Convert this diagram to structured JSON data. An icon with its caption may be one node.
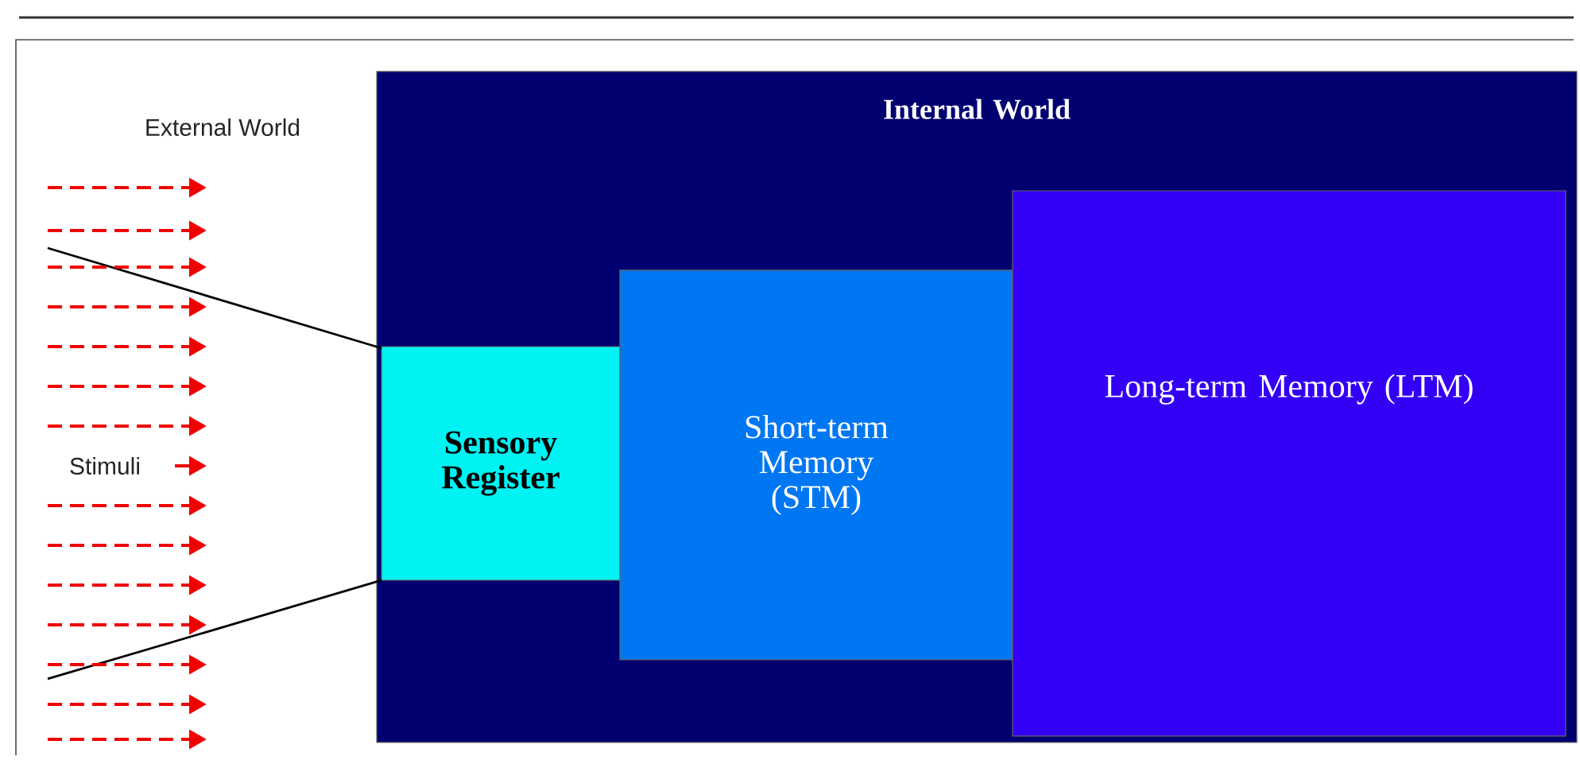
{
  "diagram": {
    "nodes": [
      {
        "text": [
          "Internal World"
        ]
      },
      {
        "text": [
          "Sensory Register"
        ],
        "in": 0
      },
      {
        "text": [
          "Short-term Memory (STM)"
        ],
        "in": 0
      },
      {
        "text": [
          "Long-term Memory (LTM)"
        ],
        "in": 0
      }
    ],
    "labels": [
      "External World",
      "Stimuli"
    ]
  }
}
